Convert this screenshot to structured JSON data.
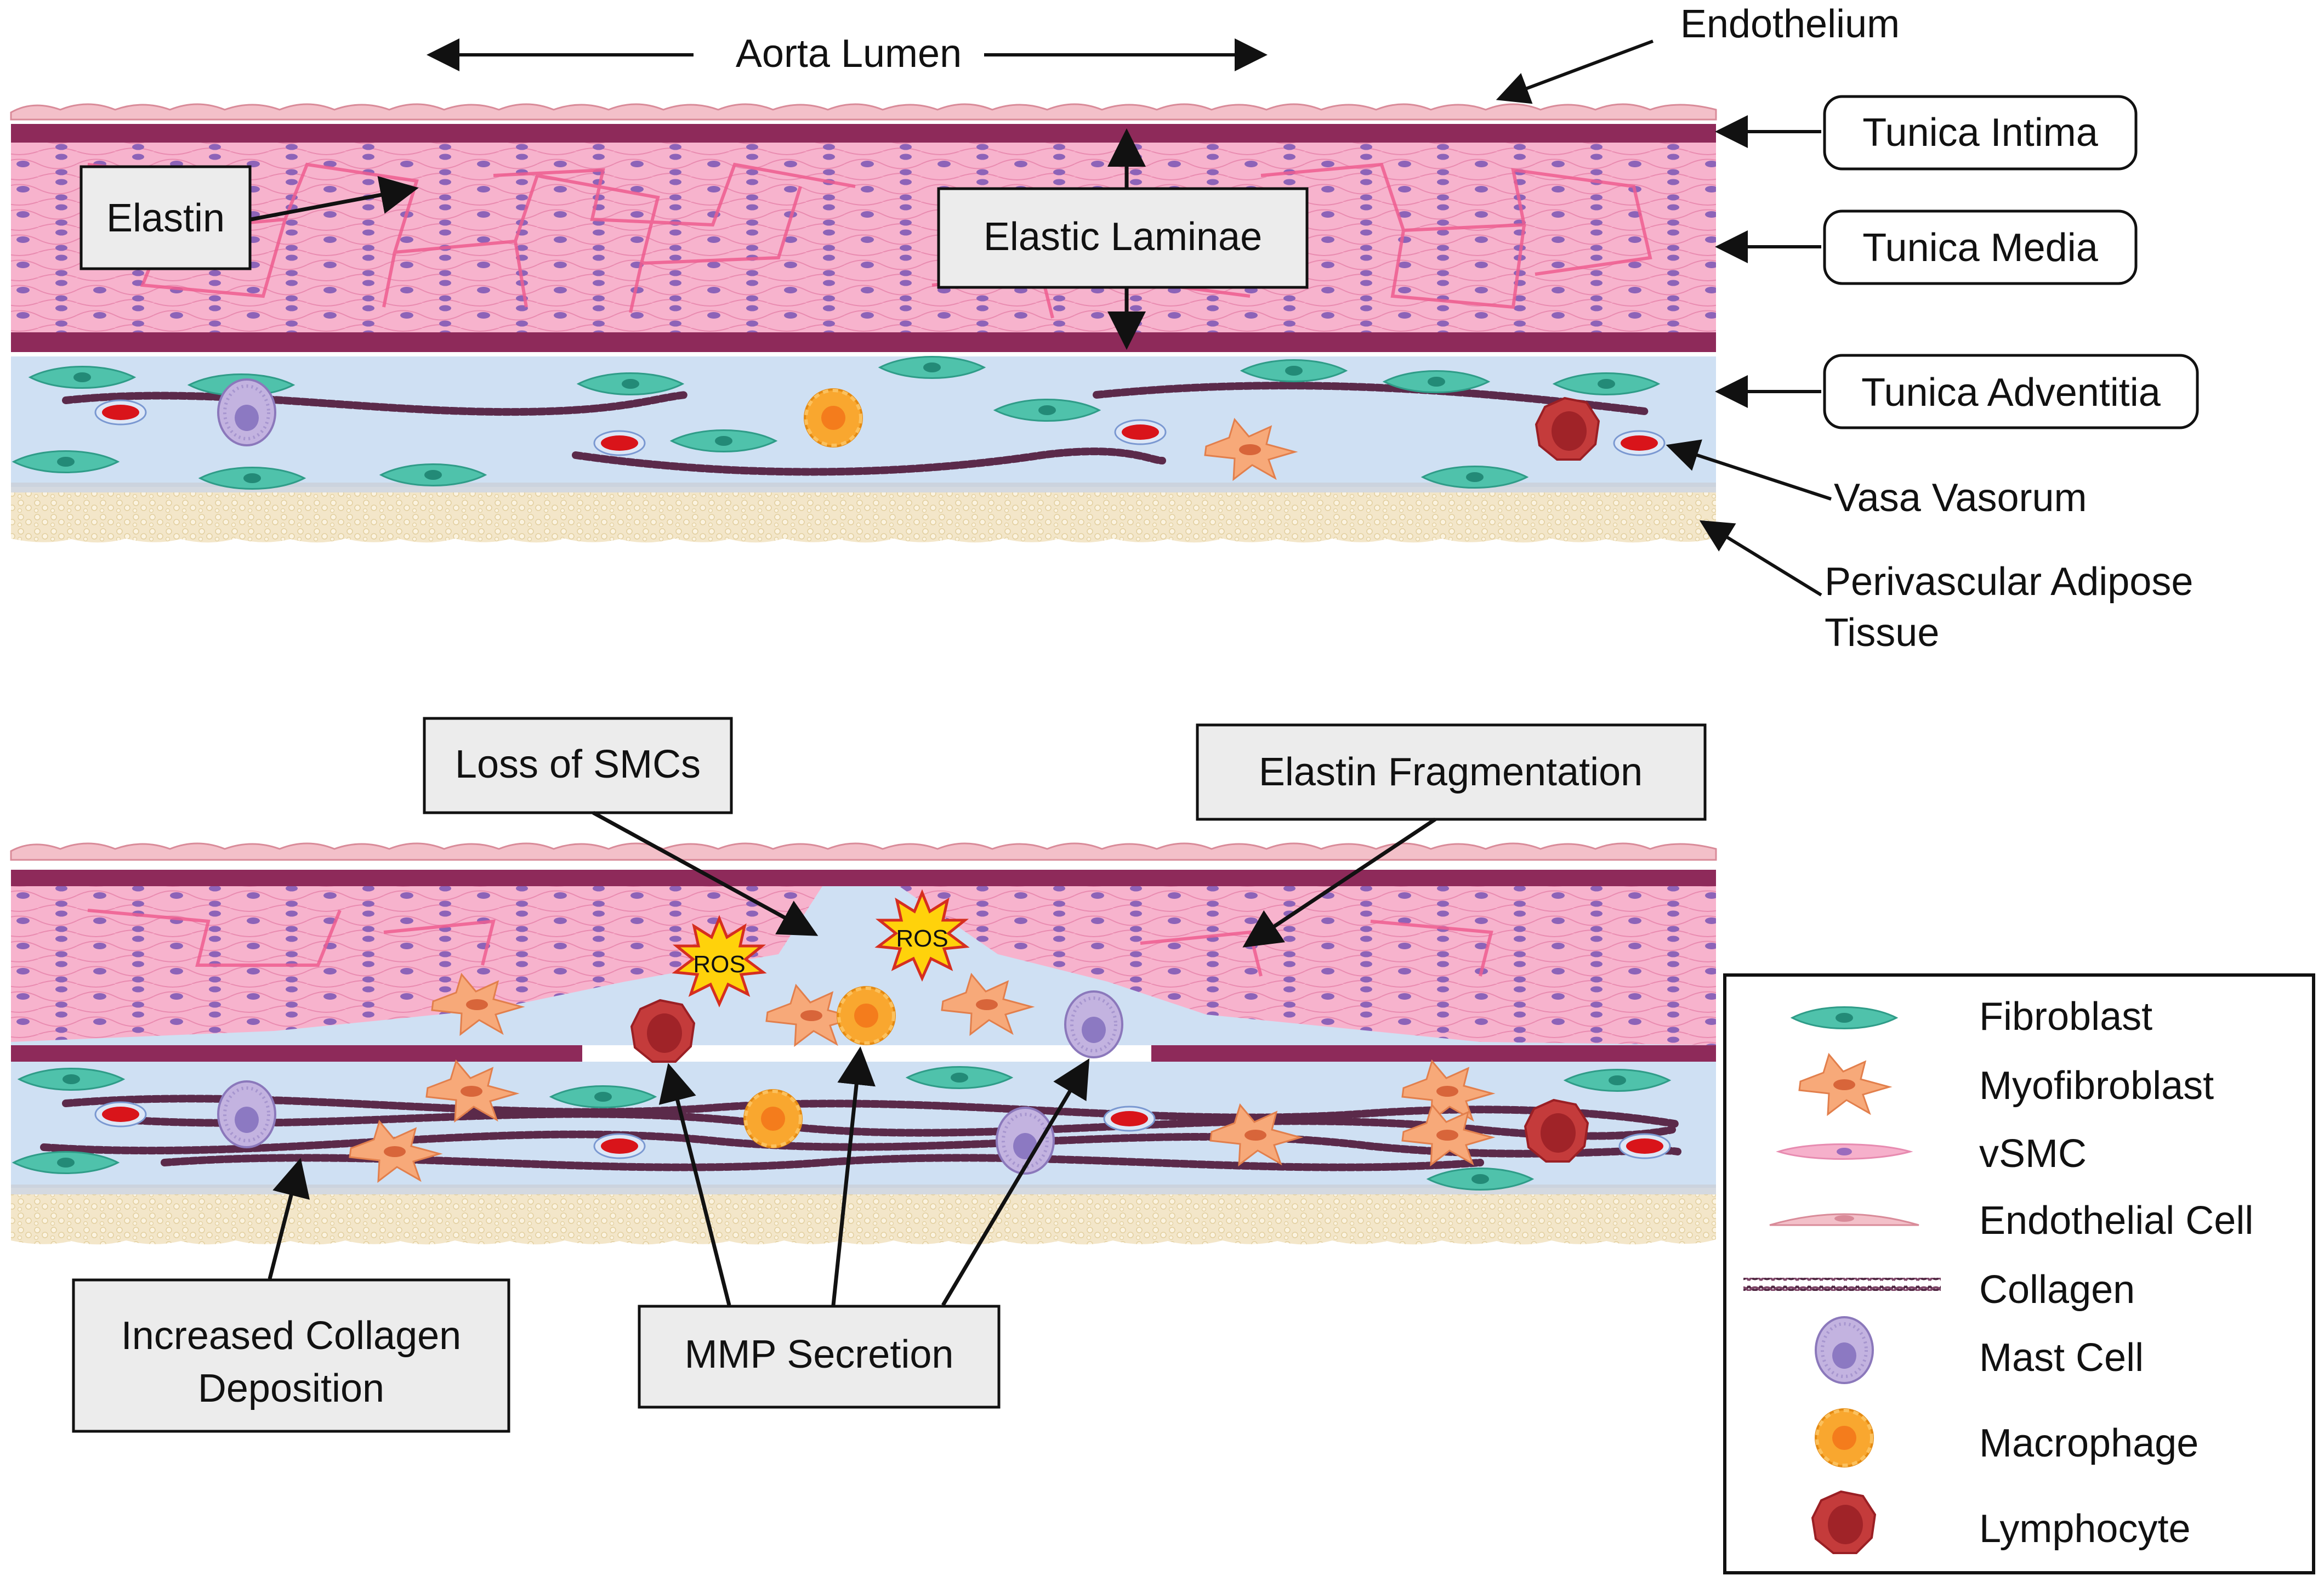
{
  "top": {
    "lumen": "Aorta Lumen",
    "endothelium": "Endothelium",
    "elastin": "Elastin",
    "elastic_laminae": "Elastic Laminae",
    "tunica_intima": "Tunica Intima",
    "tunica_media": "Tunica Media",
    "tunica_adventitia": "Tunica Adventitia",
    "vasa_vasorum": "Vasa Vasorum",
    "pvat_line1": "Perivascular Adipose",
    "pvat_line2": "Tissue"
  },
  "bottom": {
    "loss_smcs": "Loss of SMCs",
    "elastin_fragmentation": "Elastin Fragmentation",
    "ros": "ROS",
    "collagen_line1": "Increased Collagen",
    "collagen_line2": "Deposition",
    "mmp": "MMP Secretion"
  },
  "legend": [
    {
      "label": "Fibroblast",
      "icon": "fibroblast-icon"
    },
    {
      "label": "Myofibroblast",
      "icon": "myofibroblast-icon"
    },
    {
      "label": "vSMC",
      "icon": "vsmc-icon"
    },
    {
      "label": "Endothelial Cell",
      "icon": "endothelial-cell-icon"
    },
    {
      "label": "Collagen",
      "icon": "collagen-icon"
    },
    {
      "label": "Mast Cell",
      "icon": "mast-cell-icon"
    },
    {
      "label": "Macrophage",
      "icon": "macrophage-icon"
    },
    {
      "label": "Lymphocyte",
      "icon": "lymphocyte-icon"
    }
  ],
  "colors": {
    "media_pink": "#f4a6c4",
    "lamina_maroon": "#8e2a5a",
    "adventitia_blue": "#cfe0f3",
    "fibroblast_teal": "#4bbfaa",
    "myofibroblast_orange": "#f6a774",
    "macrophage_yellow": "#f8a531",
    "lymphocyte_red": "#c33a3a",
    "mast_purple": "#b9a8d8",
    "adipose_tan": "#f1e3c4"
  }
}
